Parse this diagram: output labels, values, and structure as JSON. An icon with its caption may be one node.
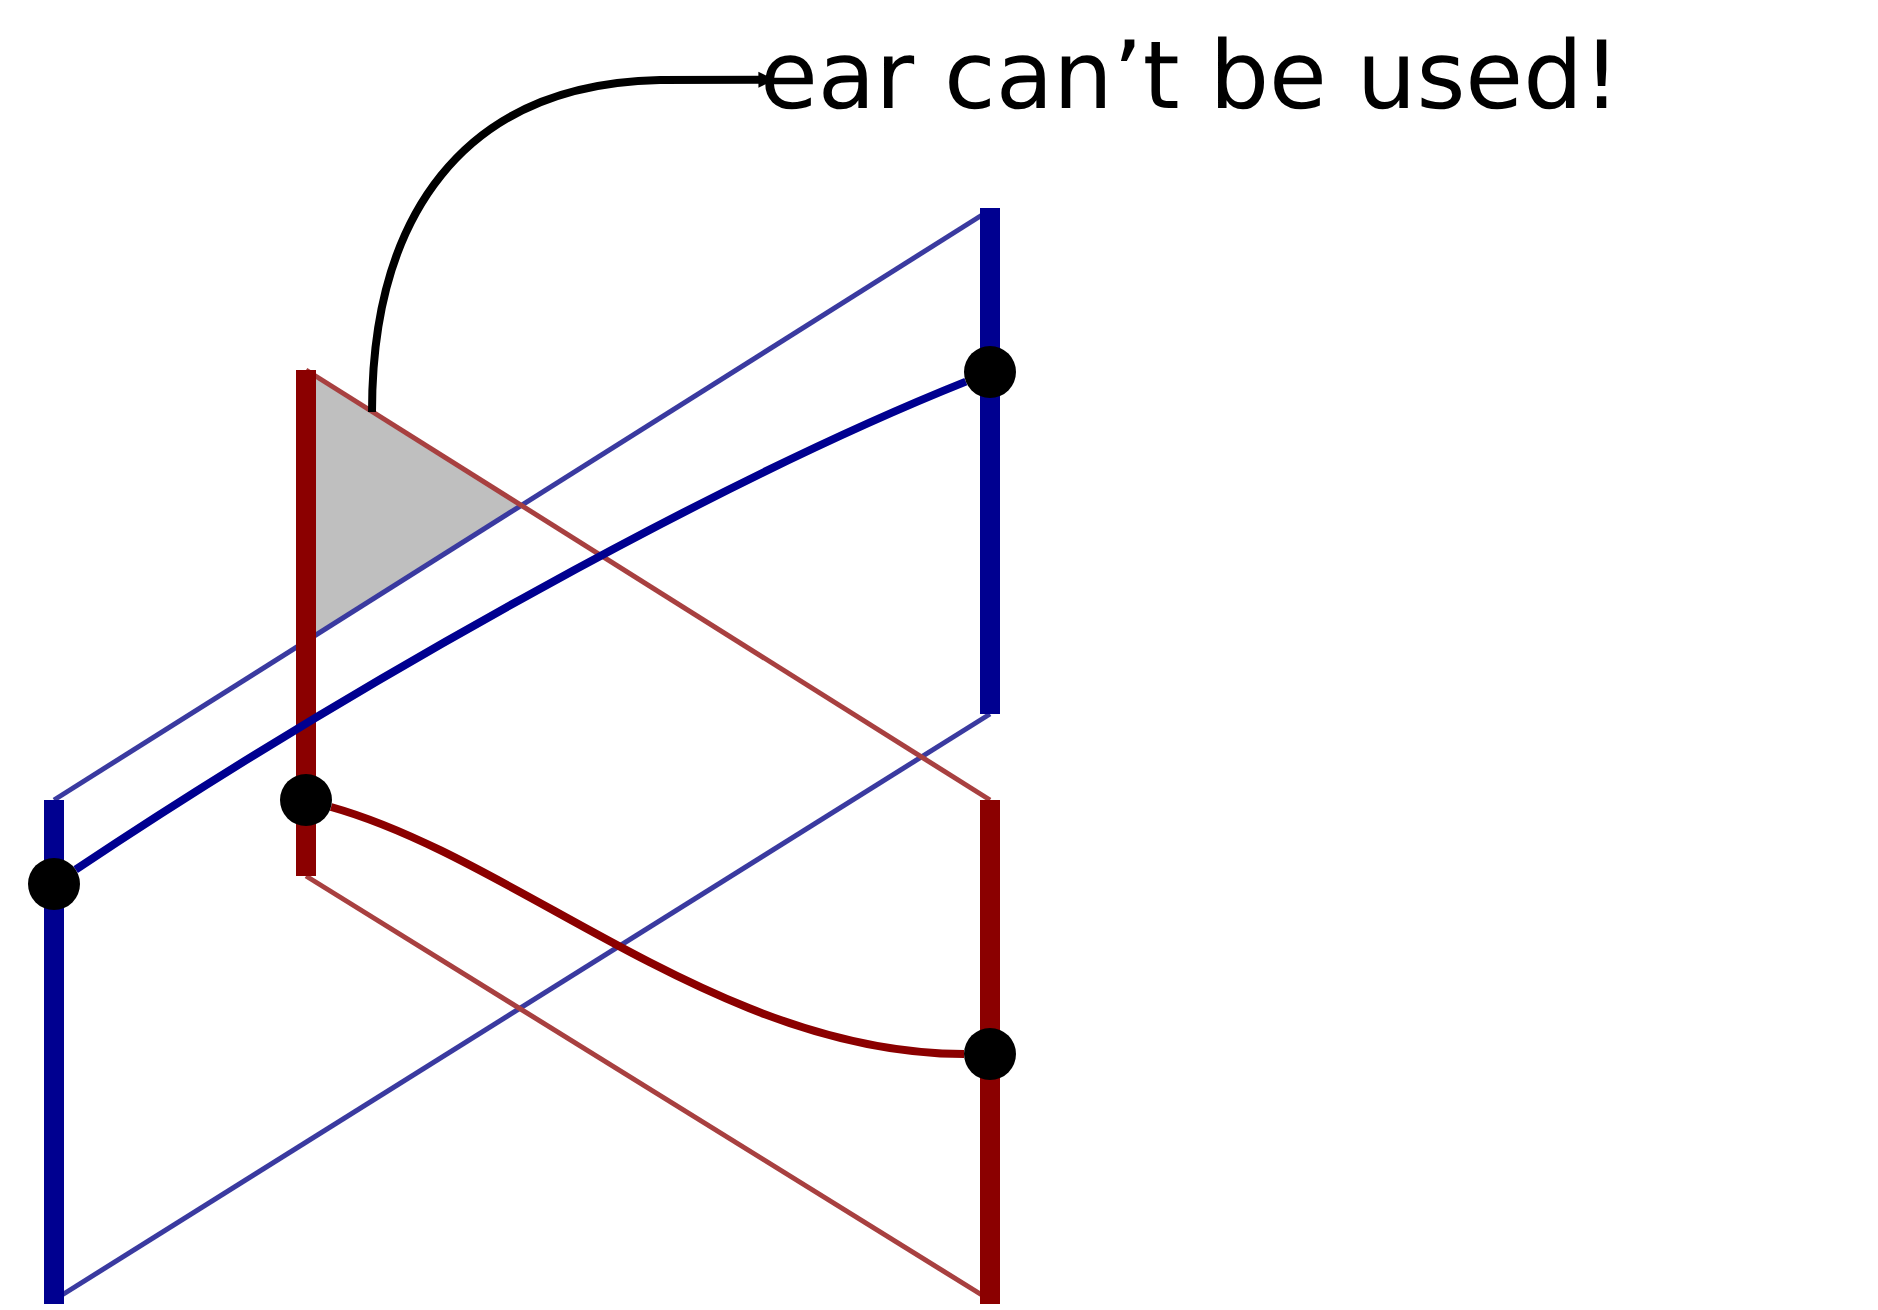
{
  "diagram": {
    "nodes": [
      {
        "text": [
          "ear can’t be used!"
        ]
      },
      {
        "text": [],
        "shape": "triangle"
      },
      {
        "text": [],
        "shape": "circle"
      },
      {
        "text": [],
        "shape": "circle"
      },
      {
        "text": [],
        "shape": "circle"
      },
      {
        "text": [],
        "shape": "circle"
      }
    ],
    "edges": [
      {
        "from": 1,
        "to": 0,
        "arrow": "to"
      },
      {
        "from": 2,
        "to": 4,
        "arrow": "none",
        "color": "#000090"
      },
      {
        "from": 3,
        "to": 5,
        "arrow": "none",
        "color": "#8b0000"
      }
    ]
  }
}
